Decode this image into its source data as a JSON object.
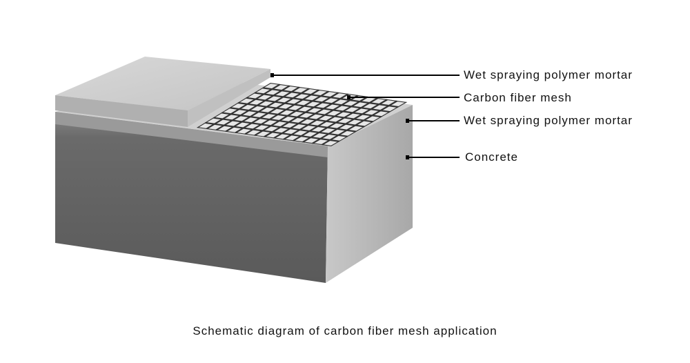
{
  "labels": {
    "top_mortar": "Wet spraying polymer mortar",
    "mesh": "Carbon fiber mesh",
    "bottom_mortar": "Wet spraying polymer mortar",
    "concrete": "Concrete"
  },
  "caption": "Schematic diagram of carbon fiber mesh application",
  "colors": {
    "concrete_front": "#5f5f5f",
    "concrete_side": "#b8b8b8",
    "mortar_top": "#d2d2d2",
    "mesh_line": "#333333",
    "leader_line": "#000000"
  }
}
